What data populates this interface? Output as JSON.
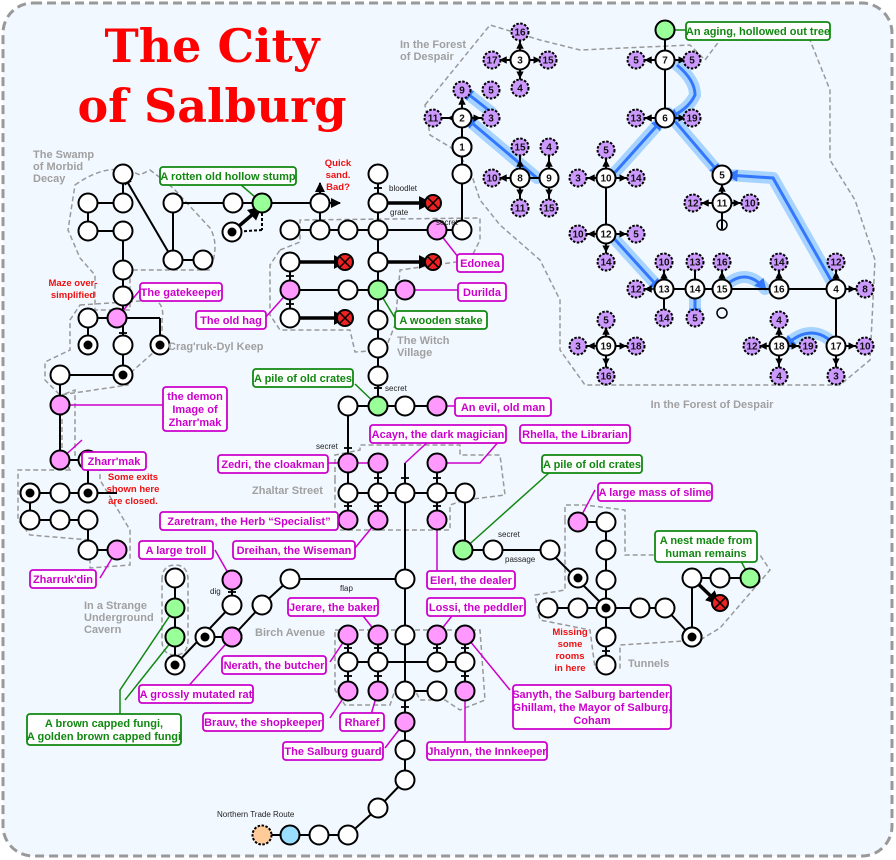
{
  "title_lines": [
    "The City",
    "of Salburg"
  ],
  "colors": {
    "background": "#f2f8ff",
    "npc_fill": "#ff99ff",
    "npc_border": "#cc00cc",
    "item_fill": "#99ff99",
    "item_border": "#118811",
    "forest_ref_fill": "#cc99ff",
    "route_highlight": "#99ccff",
    "route_arrow": "#3377ff",
    "blocked": "#ee2222",
    "note": "#ee1111",
    "area_label": "#a0a0a0",
    "start_fill": "#99ddff",
    "exit_fill": "#ffcc99"
  },
  "areas": {
    "swamp": "The Swamp of Morbid Decay",
    "forest_top": "In the Forest of Despair",
    "forest_bottom": "In the Forest of Despair",
    "keep": "Crag'ruk-Dyl Keep",
    "witch_village": "The Witch Village",
    "zhaltar": "Zhaltar Street",
    "cavern": "In a Strange Underground Cavern",
    "birch": "Birch Avenue",
    "tunnels": "Tunnels",
    "trade_route": "Northern Trade Route"
  },
  "notes": {
    "quicksand": "Quick sand. Bad?",
    "maze": "Maze over-simplified",
    "exits_closed": "Some exits shown here are closed.",
    "missing_rooms": "Missing some rooms in here"
  },
  "passage_labels": {
    "bloodlet": "bloodlet",
    "grate": "grate",
    "secret1": "secret",
    "secret2": "secret",
    "secret3": "secret",
    "secret4": "secret",
    "passage": "passage",
    "flap": "flap",
    "dig": "dig"
  },
  "npcs": [
    "The gatekeeper",
    "The old hag",
    "Edonea",
    "Durilda",
    "An evil, old man",
    "the demon Image of Zharr'mak",
    "Zharr'mak",
    "Zharruk'din",
    "Acayn, the dark magician",
    "Rhella, the Librarian",
    "Zedri, the cloakman",
    "Zaretram, the Herb “Specialist”",
    "Dreihan, the Wiseman",
    "Elerl, the dealer",
    "A large mass of slime",
    "A large troll",
    "Jerare, the baker",
    "Lossi, the peddler",
    "Nerath, the butcher",
    "A grossly mutated rat",
    "Brauv, the shopkeeper",
    "Rharef",
    "The Salburg guard",
    "Jhalynn, the Innkeeper",
    "Sanyth, the Salburg bartender, Ghillam, the Mayor of Salburg, Coham"
  ],
  "items": [
    "A rotten old hollow stump",
    "A wooden stake",
    "A pile of old crates",
    "A pile of old crates",
    "An aging, hollowed out tree",
    "A nest made from human remains",
    "A brown capped fungi, A golden brown capped fungi"
  ],
  "forest_rooms": {
    "numbered": [
      "1",
      "2",
      "3",
      "4",
      "5",
      "6",
      "7",
      "8",
      "9",
      "10",
      "11",
      "12",
      "13",
      "14",
      "15",
      "16",
      "17",
      "18",
      "19"
    ],
    "refs": {
      "2": [
        "9",
        "5",
        "11",
        "3"
      ],
      "3": [
        "16",
        "17",
        "15",
        "4"
      ],
      "8": [
        "15",
        "10",
        "11"
      ],
      "9": [
        "4",
        "15"
      ],
      "7": [
        "5",
        "5"
      ],
      "6": [
        "13",
        "19"
      ],
      "10": [
        "5",
        "3",
        "14"
      ],
      "11": [
        "12",
        "10"
      ],
      "12": [
        "10",
        "5",
        "14"
      ],
      "13": [
        "10",
        "12",
        "14"
      ],
      "14": [
        "13",
        "5"
      ],
      "15": [
        "16"
      ],
      "16": [
        "14"
      ],
      "4": [
        "12",
        "8"
      ],
      "19": [
        "5",
        "3",
        "18",
        "16"
      ],
      "18": [
        "4",
        "12",
        "19",
        "4"
      ],
      "17": [
        "10",
        "3"
      ]
    }
  }
}
